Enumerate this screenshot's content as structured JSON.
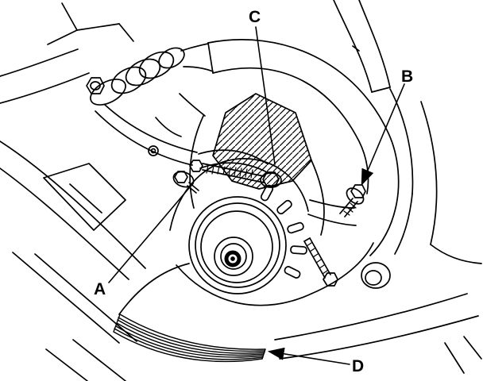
{
  "diagram": {
    "background_color": "#ffffff",
    "line_color": "#000000",
    "labels": [
      {
        "text": "A"
      },
      {
        "text": "B"
      },
      {
        "text": "C"
      },
      {
        "text": "D"
      }
    ]
  }
}
